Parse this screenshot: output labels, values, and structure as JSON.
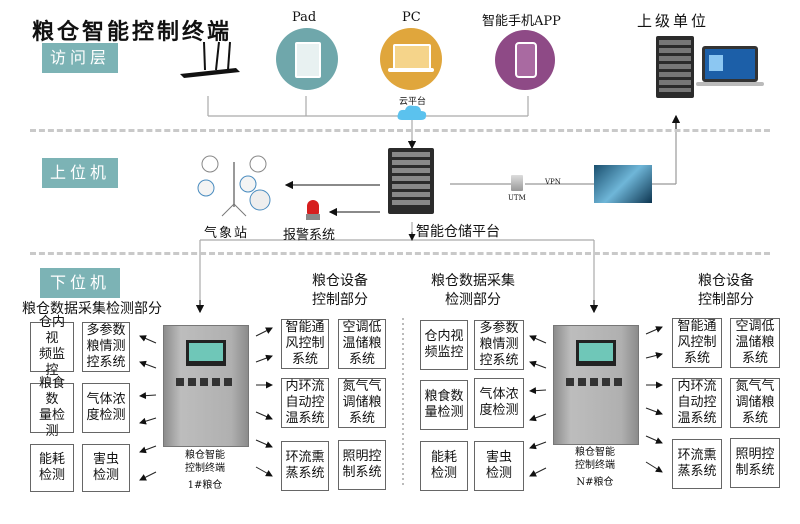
{
  "title": "粮仓智能控制终端",
  "layers": {
    "access": "访问层",
    "upper": "上位机",
    "lower": "下位机"
  },
  "access_devices": {
    "pad": "Pad",
    "pc": "PC",
    "app": "智能手机APP",
    "superior": "上级单位",
    "cloud": "云平台"
  },
  "upper_devices": {
    "weather": "气象站",
    "alarm": "报警系统",
    "platform": "智能仓储平台",
    "utm": "UTM",
    "vpn": "VPN"
  },
  "colors": {
    "layer_bg": "#7cb3b5",
    "pad_circle": "#6fa7ab",
    "pc_circle": "#e0a63c",
    "app_circle": "#8e4a86",
    "cloud": "#5bc2ee",
    "alarm": "#d61e1e"
  },
  "units": [
    {
      "id": "unit-1",
      "acq_title": "粮仓数据采集检测部分",
      "ctrl_title_1": "粮仓设备",
      "ctrl_title_2": "控制部分",
      "cabinet_caption_1": "粮仓智能",
      "cabinet_caption_2": "控制终端",
      "cabinet_id": "1#粮仓",
      "acq_boxes": [
        "仓内视频监控",
        "多参数粮情测控系统",
        "粮食数量检测",
        "气体浓度检测",
        "能耗检测",
        "害虫检测"
      ],
      "ctrl_boxes": [
        "智能通风控制系统",
        "空调低温储粮系统",
        "内环流自动控温系统",
        "氮气气调储粮系统",
        "环流熏蒸系统",
        "照明控制系统"
      ]
    },
    {
      "id": "unit-n",
      "acq_title_1": "粮仓数据采集",
      "acq_title_2": "检测部分",
      "ctrl_title_1": "粮仓设备",
      "ctrl_title_2": "控制部分",
      "cabinet_caption_1": "粮仓智能",
      "cabinet_caption_2": "控制终端",
      "cabinet_id": "N#粮仓",
      "acq_boxes": [
        "仓内视频监控",
        "多参数粮情测控系统",
        "粮食数量检测",
        "气体浓度检测",
        "能耗检测",
        "害虫检测"
      ],
      "ctrl_boxes": [
        "智能通风控制系统",
        "空调低温储粮系统",
        "内环流自动控温系统",
        "氮气气调储粮系统",
        "环流熏蒸系统",
        "照明控制系统"
      ]
    }
  ]
}
